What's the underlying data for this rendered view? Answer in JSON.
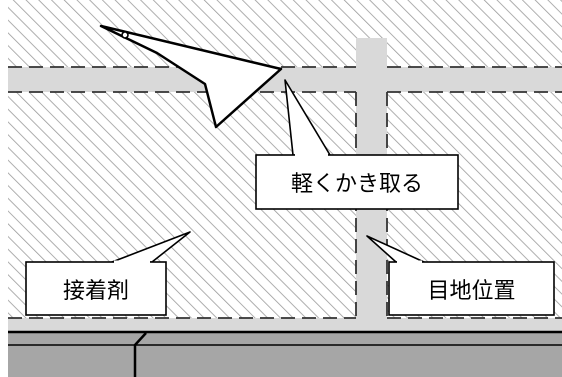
{
  "callouts": {
    "scrape": {
      "label": "軽くかき取る"
    },
    "adhesive": {
      "label": "接着剤"
    },
    "joint": {
      "label": "目地位置"
    }
  },
  "colors": {
    "hatch_line": "#9a9a9a",
    "joint_band": "#d9d9d9",
    "tile_fill": "#a6a6a6",
    "outline": "#000000",
    "background": "#ffffff"
  },
  "icons": {
    "scraper": "spatula-trowel-icon"
  }
}
